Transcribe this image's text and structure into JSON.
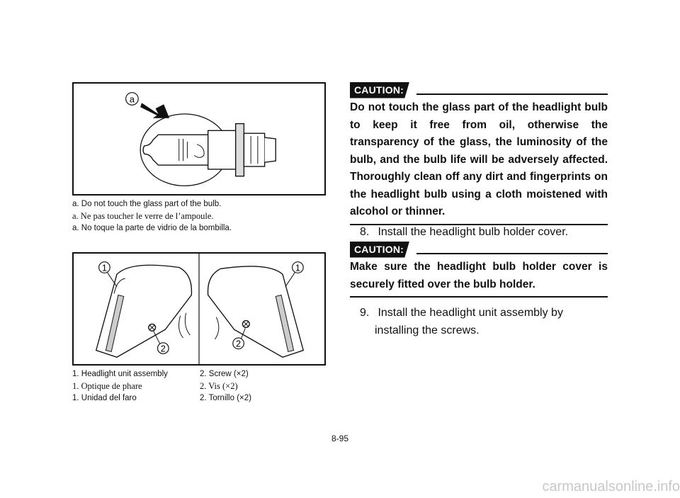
{
  "figure1": {
    "callout_a": "a",
    "captions": [
      "a.  Do not touch the glass part of the bulb.",
      "a.  Ne pas toucher le verre de l’ampoule.",
      "a.  No toque la parte de vidrio de la bombilla."
    ]
  },
  "figure2": {
    "callout_1_left": "1",
    "callout_2_left": "2",
    "callout_1_right": "1",
    "callout_2_right": "2",
    "captions": [
      {
        "left": "1.  Headlight unit assembly",
        "right": "2.  Screw (×2)"
      },
      {
        "left": "1.  Optique de phare",
        "right": "2.  Vis (×2)"
      },
      {
        "left": "1.  Unidad del faro",
        "right": "2.  Tornillo (×2)"
      }
    ]
  },
  "caution1": {
    "label": "CAUTION:",
    "text": "Do not touch the glass part of the headlight bulb to keep it free from oil, otherwise the transparency of the glass, the luminosity of the bulb, and the bulb life will be adversely affected. Thoroughly clean off any dirt and fingerprints on the headlight bulb using a cloth moistened with alcohol or thinner."
  },
  "step8": {
    "num": "8.",
    "text": "Install the headlight bulb holder cover."
  },
  "caution2": {
    "label": "CAUTION:",
    "text": "Make sure the headlight bulb holder cover is securely fitted over the bulb holder."
  },
  "step9": {
    "num": "9.",
    "text": "Install the headlight unit assembly by",
    "cont": "installing the screws."
  },
  "page_number": "8-95",
  "watermark": "carmanualsonline.info"
}
